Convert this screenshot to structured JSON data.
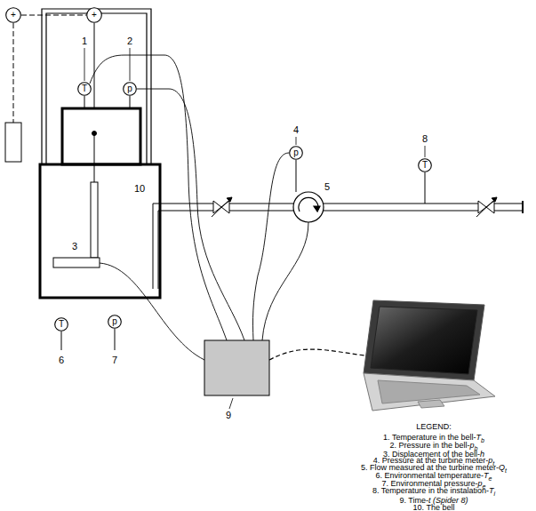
{
  "diagram": {
    "nodes": [
      {
        "text": [
          "+"
        ]
      },
      {
        "text": [
          "+"
        ]
      },
      {
        "text": [
          "T"
        ]
      },
      {
        "text": [
          "p"
        ]
      },
      {
        "text": [
          "p"
        ]
      },
      {
        "text": [
          "T"
        ]
      },
      {
        "text": [
          "T"
        ]
      },
      {
        "text": [
          "p"
        ]
      }
    ],
    "edges": [
      {
        "from": 0,
        "to": 1,
        "arrow": "none"
      }
    ],
    "labels": [
      "1",
      "2",
      "10",
      "3",
      "4",
      "5",
      "8",
      "9",
      "6",
      "7",
      "LEGEND:",
      "1. Temperature in the bell-Tb",
      "2. Pressure in the bell-pb",
      "3. Displacement of the bell-h",
      "4. Pressure at the turbine meter-pt",
      "5. Flow measured at the turbine meter-Qt",
      "6. Environmental temperature-Te",
      "7. Environmental pressure-pe",
      "8. Temperature in the instalation-Ti",
      "9. Time-t (Spider 8)",
      "10. The bell"
    ]
  }
}
